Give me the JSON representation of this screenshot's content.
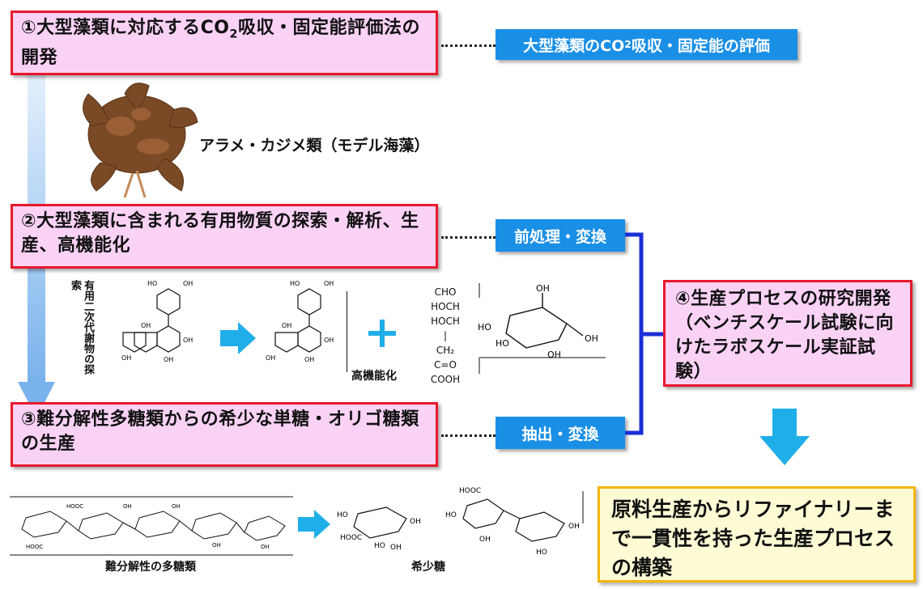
{
  "box1": {
    "text_pre": "①大型藻類に対応するCO",
    "sub": "2",
    "text_post": "吸収・固定能評価法の開発"
  },
  "box2": {
    "text": "②大型藻類に含まれる有用物質の探索・解析、生産、高機能化"
  },
  "box3": {
    "text": "③難分解性多糖類からの希少な単糖・オリゴ糖類の生産"
  },
  "box4": {
    "text": "④生産プロセスの研究開発（ベンチスケール試験に向けたラボスケール実証試験）"
  },
  "goal": {
    "text": "原料生産からリファイナリーまで一貫性を持った生産プロセスの構築"
  },
  "blue1": {
    "text_pre": "大型藻類のCO",
    "sub": "2",
    "text_post": "吸収・固定能の評価"
  },
  "blue2": {
    "text": "前処理・変換"
  },
  "blue3": {
    "text": "抽出・変換"
  },
  "seaweed_caption": "アラメ・カジメ類（モデル海藻）",
  "secondary_label": "有用二次代謝物の探索",
  "high_function_label": "高機能化",
  "chem": {
    "oh": "OH",
    "ho": "HO",
    "cho": "CHO",
    "hoch": "HOCH",
    "ch2": "CH₂",
    "co": "C=O",
    "cooh": "COOH",
    "hooc": "HOOC"
  },
  "polysaccharide_label": "難分解性の多糖類",
  "rare_sugar_label": "希少糖",
  "colors": {
    "pink_fill": "#f9d2f5",
    "red_border": "#e8182d",
    "blue": "#1a8fe6",
    "bracket": "#1a2fd8",
    "yellow_border": "#f2b60c"
  }
}
